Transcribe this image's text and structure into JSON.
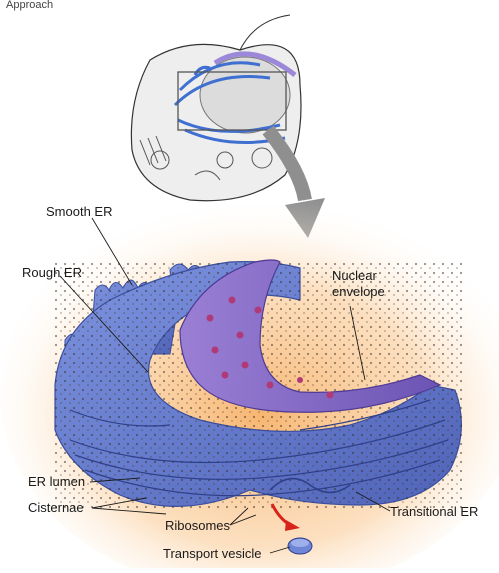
{
  "figure": {
    "partial_top_text": "Approach",
    "colors": {
      "glow": "#f9c58b",
      "er_fill": "#6f86d6",
      "er_dark": "#3f52a8",
      "nucleus": "#8a6fc8",
      "pores": "#b03a78",
      "ribosomes": "#3a2a20",
      "arrow_gray": "#8f8f8f",
      "arrow_red": "#d8231b"
    },
    "labels": {
      "smooth_er": "Smooth ER",
      "rough_er": "Rough ER",
      "nuclear_envelope_1": "Nuclear",
      "nuclear_envelope_2": "envelope",
      "er_lumen": "ER lumen",
      "cisternae": "Cisternae",
      "ribosomes": "Ribosomes",
      "transitional_er": "Transitional ER",
      "transport_vesicle": "Transport vesicle"
    }
  }
}
